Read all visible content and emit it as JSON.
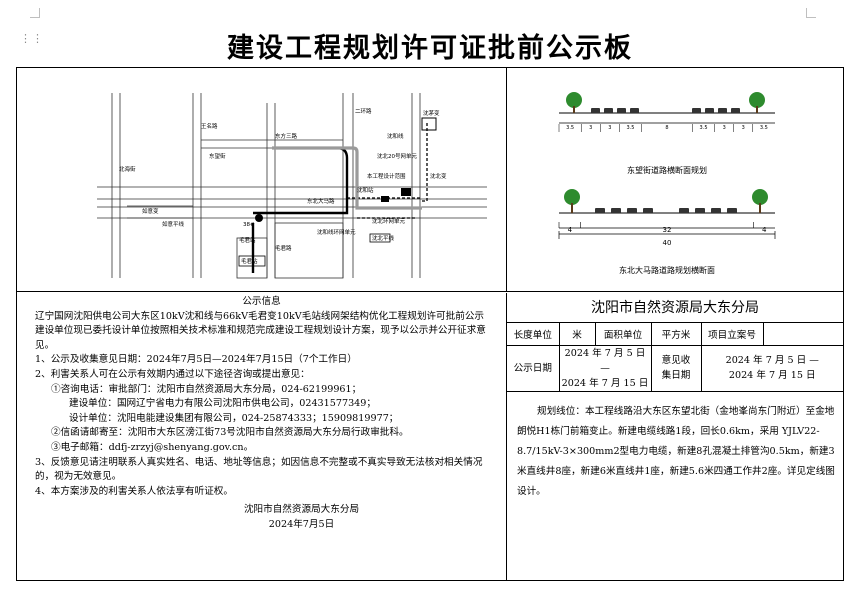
{
  "title": "建设工程规划许可证批前公示板",
  "map": {
    "labels": {
      "wangjie": "王名路",
      "donghuansan": "东方三路",
      "erhuan": "二环路",
      "dongwangjie": "东望街",
      "beihaijie": "北海街",
      "jiuxing": "如意变",
      "ruyi": "如意平线",
      "shenhe": "沈和线",
      "station_a": "沈茅变",
      "yuandong": "沈北变",
      "line_a": "沈北20号网单元",
      "line_b": "东北大马路",
      "shenfa": "沈和站",
      "maojun": "毛君站",
      "maojun_road": "毛君路",
      "project": "本工程设计范围",
      "network_a": "沈和线环网单元",
      "network_b": "沈北环网单元",
      "network_c": "沈北平线",
      "maojun_station": "毛君站",
      "number": "38#"
    }
  },
  "sections": {
    "dongwang": {
      "caption": "东望街道路横断面规划",
      "dims": [
        "3.5",
        "3",
        "3",
        "3.5",
        "8",
        "3.5",
        "3",
        "3",
        "3.5"
      ]
    },
    "dongbei": {
      "caption": "东北大马路道路规划横断面",
      "dims": [
        "4",
        "32",
        "4"
      ],
      "total": "40"
    }
  },
  "notice": {
    "heading": "公示信息",
    "p1": "辽宁国网沈阳供电公司大东区10kV沈和线与66kV毛君变10kV毛站线网架结构优化工程规划许可批前公示",
    "p2": "建设单位现已委托设计单位按照相关技术标准和规范完成建设工程规划设计方案，现予以公示并公开征求意见。",
    "p3": "1、公示及收集意见日期：2024年7月5日—2024年7月15日（7个工作日）",
    "p4": "2、利害关系人可在公示有效期内通过以下途径咨询或提出意见：",
    "p5": "①咨询电话：审批部门：沈阳市自然资源局大东分局，024-62199961；",
    "p6": "建设单位：国网辽宁省电力有限公司沈阳市供电公司，02431577349；",
    "p7": "设计单位：沈阳电能建设集团有限公司，024-25874333；15909819977；",
    "p8": "②信函请邮寄至：沈阳市大东区滂江街73号沈阳市自然资源局大东分局行政审批科。",
    "p9_prefix": "③电子邮箱：",
    "p9_email": "ddfj-zrzyj@shenyang.gov.cn",
    "p9_suffix": "。",
    "p10": "3、反馈意见请注明联系人真实姓名、电话、地址等信息；如因信息不完整或不真实导致无法核对相关情况的，视为无效意见。",
    "p11": "4、本方案涉及的利害关系人依法享有听证权。",
    "sign_org": "沈阳市自然资源局大东分局",
    "sign_date": "2024年7月5日"
  },
  "authority": "沈阳市自然资源局大东分局",
  "table": {
    "length_label": "长度单位",
    "length_value": "米",
    "area_label": "面积单位",
    "area_value": "平方米",
    "project_label": "项目立案号",
    "project_value": "",
    "pub_label": "公示日期",
    "pub_value_1": "2024 年 7 月 5 日 —",
    "pub_value_2": "2024 年 7 月 15 日",
    "opinion_label_1": "意见收",
    "opinion_label_2": "集日期",
    "opinion_value_1": "2024 年 7 月 5 日 —",
    "opinion_value_2": "2024 年 7 月 15 日"
  },
  "description": "规划线位：本工程线路沿大东区东望北街（金地峯尚东门附近）至金地朗悦H1栋门前箱变止。新建电缆线路1段，回长0.6km，采用 YJLV22-8.7/15kV-3×300mm2型电力电缆，新建8孔混凝土排管沟0.5km，新建3米直线井8座，新建6米直线井1座，新建5.6米四通工作井2座。详见定线图设计。"
}
